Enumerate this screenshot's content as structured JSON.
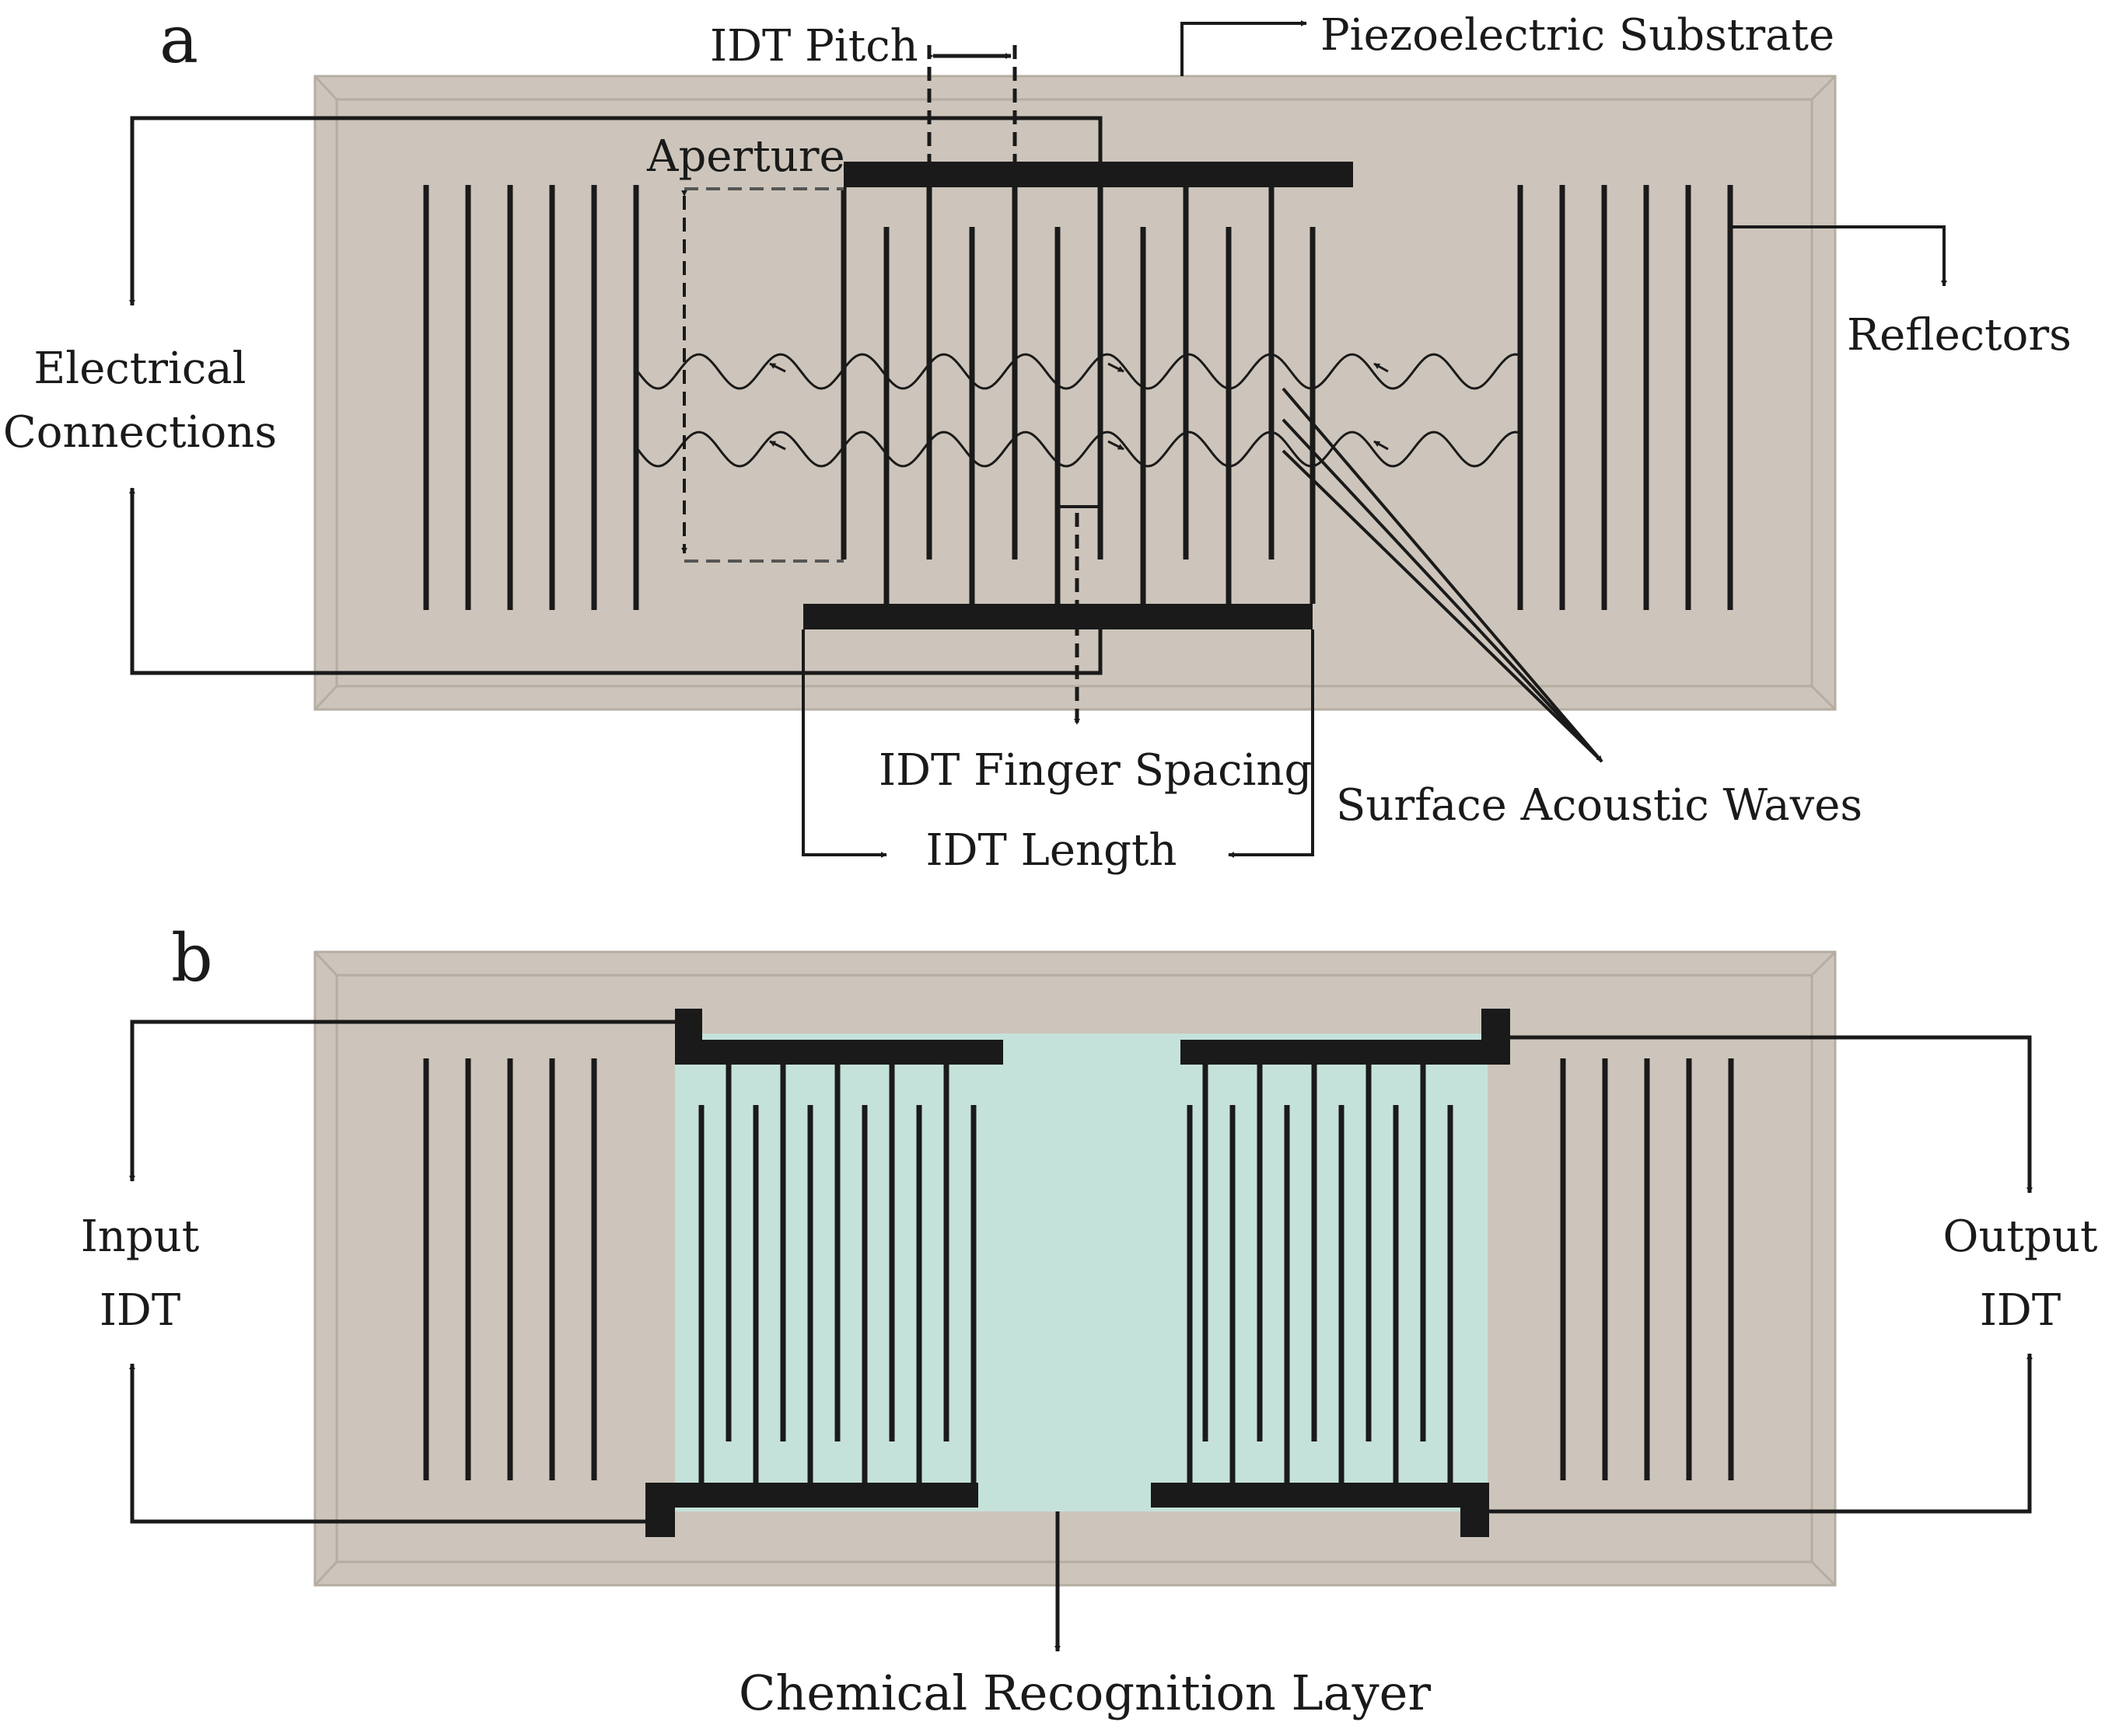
{
  "panel_a": {
    "letter": "a",
    "labels": {
      "piezoelectric_substrate": "Piezoelectric Substrate",
      "idt_pitch": "IDT Pitch",
      "aperture": "Aperture",
      "electrical_connections_line1": "Electrical",
      "electrical_connections_line2": "Connections",
      "reflectors": "Reflectors",
      "idt_finger_spacing": "IDT Finger Spacing",
      "surface_acoustic_waves": "Surface Acoustic Waves",
      "idt_length": "IDT Length"
    }
  },
  "panel_b": {
    "letter": "b",
    "labels": {
      "input_idt_line1": "Input",
      "input_idt_line2": "IDT",
      "output_idt_line1": "Output",
      "output_idt_line2": "IDT",
      "chemical_recognition_layer": "Chemical Recognition Layer"
    }
  },
  "colors": {
    "substrate_fill": "#cdc5bb",
    "substrate_border": "#b6ada2",
    "electrode": "#1a1a1a",
    "recognition_layer": "#c5e2da"
  }
}
